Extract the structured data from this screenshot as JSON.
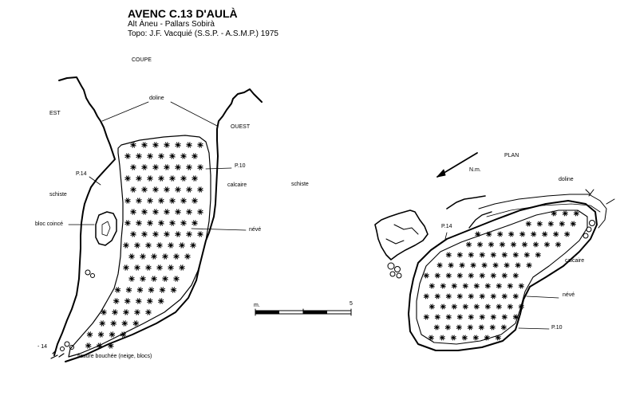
{
  "header": {
    "title": "AVENC C.13 D'AULÀ",
    "location": "Alt Àneu - Pallars Sobirà",
    "survey": "Topo: J.F. Vacquié (S.S.P. - A.S.M.P.)  1975"
  },
  "section_view": {
    "heading": "COUPE",
    "labels": {
      "est": "EST",
      "ouest": "OUEST",
      "doline": "doline",
      "p14": "P.14",
      "p10": "P.10",
      "schiste_left": "schiste",
      "schiste_right": "schiste",
      "calcaire": "calcaire",
      "bloc": "bloc coincé",
      "neve": "névé",
      "depth": "- 14",
      "fissure": "fissure bouchée (neige, blocs)"
    }
  },
  "scale_bar": {
    "unit": "m.",
    "max": "5"
  },
  "plan_view": {
    "heading": "PLAN",
    "north": "N.m.",
    "labels": {
      "doline": "doline",
      "p14": "P.14",
      "calcaire": "calcaire",
      "neve": "névé",
      "p10": "P.10"
    }
  }
}
